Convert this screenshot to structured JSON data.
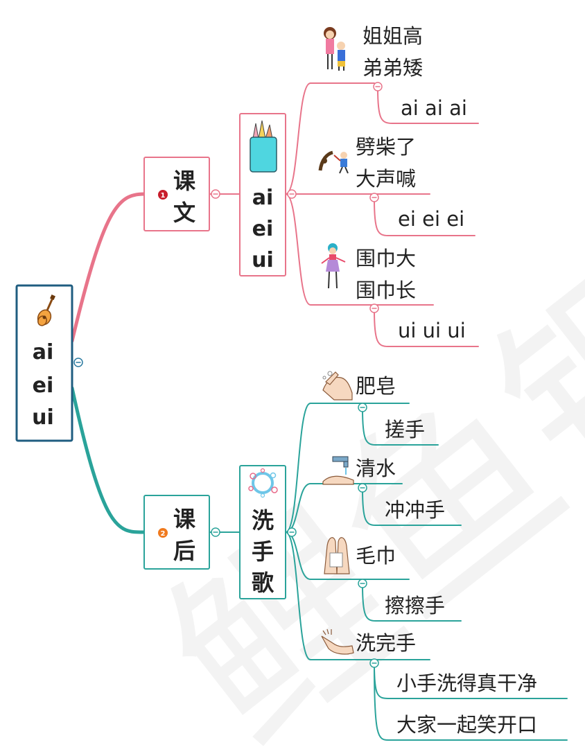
{
  "root": {
    "icon": "guitar-icon",
    "lines": [
      "ai",
      "ei",
      "ui"
    ]
  },
  "branches": [
    {
      "id": "kewen",
      "color": "#e8748a",
      "badge": "1",
      "badge_color": "#c81d2b",
      "label_lines": [
        "课",
        "文"
      ],
      "sub": {
        "icon": "pencil-cup-icon",
        "label_lines": [
          "ai",
          "ei",
          "ui"
        ],
        "children": [
          {
            "icon": "kids-height-icon",
            "lines": [
              "姐姐高",
              "弟弟矮"
            ],
            "sub": [
              "ai ai ai"
            ]
          },
          {
            "icon": "chopping-wood-icon",
            "lines": [
              "劈柴了",
              "大声喊"
            ],
            "sub": [
              "ei ei ei"
            ]
          },
          {
            "icon": "skating-girl-icon",
            "lines": [
              "围巾大",
              "围巾长"
            ],
            "sub": [
              "ui ui ui"
            ]
          }
        ]
      }
    },
    {
      "id": "kehou",
      "color": "#2aa39a",
      "badge": "2",
      "badge_color": "#f07a1e",
      "label_lines": [
        "课",
        "后"
      ],
      "sub": {
        "icon": "soap-bubbles-icon",
        "label_lines": [
          "洗",
          "手",
          "歌"
        ],
        "children": [
          {
            "icon": "soap-hands-icon",
            "lines": [
              "肥皂"
            ],
            "sub": [
              "搓手"
            ]
          },
          {
            "icon": "faucet-icon",
            "lines": [
              "清水"
            ],
            "sub": [
              "冲冲手"
            ]
          },
          {
            "icon": "towel-icon",
            "lines": [
              "毛巾"
            ],
            "sub": [
              "擦擦手"
            ]
          },
          {
            "icon": "clean-hands-icon",
            "lines": [
              "洗完手"
            ],
            "sub": [
              "小手洗得真干净",
              "大家一起笑开口"
            ]
          }
        ]
      }
    }
  ],
  "colors": {
    "pink": "#e8748a",
    "teal": "#2aa39a",
    "root_border": "#1f5d80",
    "toggle": "#2a7aa0"
  },
  "watermark": "鲤鱼钢琴"
}
